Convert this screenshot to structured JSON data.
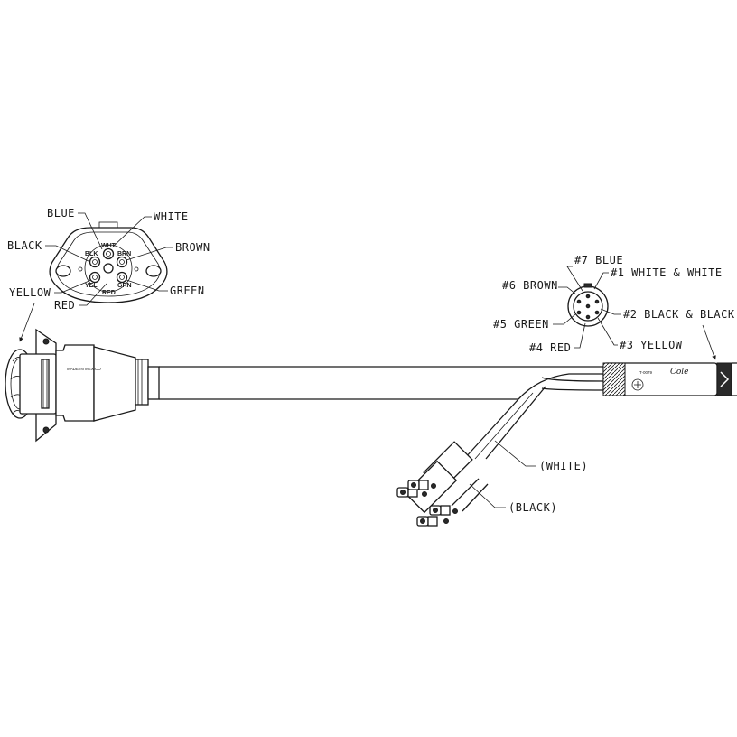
{
  "seven_way_face": {
    "callouts": {
      "blue": "BLUE",
      "white": "WHITE",
      "black": "BLACK",
      "brown": "BROWN",
      "yellow": "YELLOW",
      "green": "GREEN",
      "red": "RED"
    },
    "pins": {
      "wht": "WHT",
      "blk": "BLK",
      "brn": "BRN",
      "yel": "YEL",
      "grn": "GRN",
      "red": "RED"
    }
  },
  "round_connector": {
    "callouts": {
      "p7": "#7 BLUE",
      "p1": "#1 WHITE & WHITE",
      "p6": "#6 BROWN",
      "p2": "#2 BLACK & BLACK",
      "p5": "#5 GREEN",
      "p3": "#3 YELLOW",
      "p4": "#4 RED"
    }
  },
  "branch_leads": {
    "white": "(WHITE)",
    "black": "(BLACK)"
  },
  "molded_text": {
    "made_in": "MADE IN MEXICO",
    "part_no": "T-0079",
    "brand": "Cole"
  }
}
